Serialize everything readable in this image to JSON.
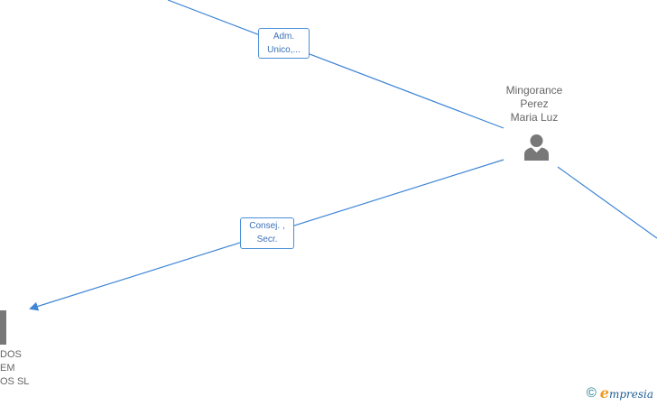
{
  "nodes": {
    "person": {
      "name_lines": [
        "Mingorance",
        "Perez",
        "Maria Luz"
      ],
      "icon": "person-icon"
    },
    "company": {
      "name_lines": [
        "DOS",
        "EM",
        "OS SL"
      ],
      "icon": "company-icon"
    }
  },
  "edges": {
    "top": {
      "label_lines": [
        "Adm.",
        "Unico,..."
      ]
    },
    "middle": {
      "label_lines": [
        "Consej. ,",
        "Secr."
      ]
    }
  },
  "watermark": {
    "copyright_symbol": "©",
    "brand_initial": "e",
    "brand_rest": "mpresia"
  },
  "colors": {
    "edge": "#3f86d6",
    "icon": "#787878",
    "label_text": "#666666"
  }
}
